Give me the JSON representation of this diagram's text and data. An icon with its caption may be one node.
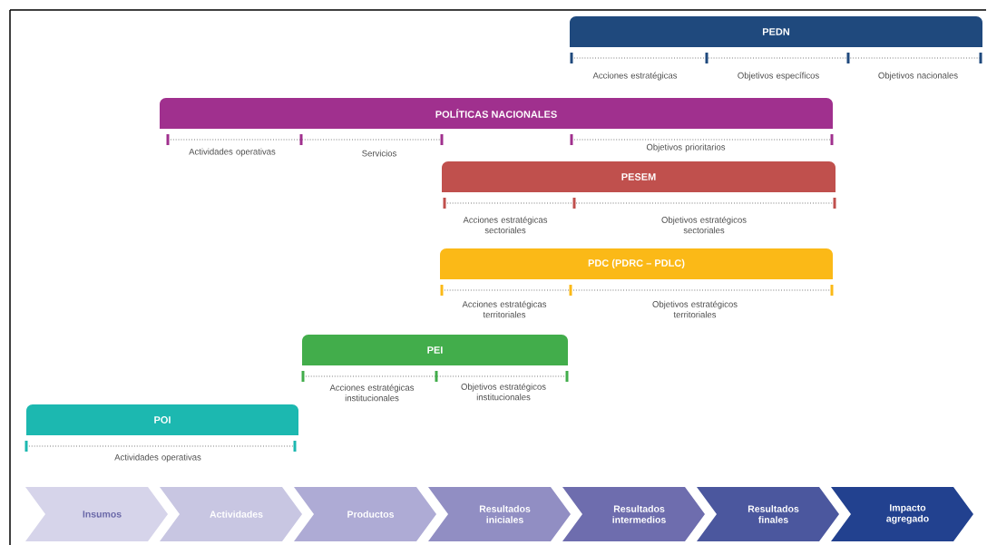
{
  "diagram": {
    "nodes": [
      {
        "text": [
          "PEDN"
        ],
        "beside": [
          "Acciones estratégicas",
          "Objetivos específicos",
          "Objetivos nacionales"
        ]
      },
      {
        "text": [
          "POLÍTICAS NACIONALES"
        ],
        "beside": [
          "Actividades operativas",
          "Servicios",
          "Objetivos prioritarios"
        ]
      },
      {
        "text": [
          "PESEM"
        ],
        "beside": [
          "Acciones estratégicas sectoriales",
          "Objetivos estratégicos sectoriales"
        ]
      },
      {
        "text": [
          "PDC (PDRC – PDLC)"
        ],
        "beside": [
          "Acciones estratégicas territoriales",
          "Objetivos estratégicos territoriales"
        ]
      },
      {
        "text": [
          "PEI"
        ],
        "beside": [
          "Acciones estratégicas institucionales",
          "Objetivos estratégicos institucionales"
        ]
      },
      {
        "text": [
          "POI"
        ],
        "beside": [
          "Actividades operativas"
        ]
      },
      {
        "text": [
          "Insumos"
        ]
      },
      {
        "text": [
          "Actividades"
        ]
      },
      {
        "text": [
          "Productos"
        ]
      },
      {
        "text": [
          "Resultados iniciales"
        ]
      },
      {
        "text": [
          "Resultados intermedios"
        ]
      },
      {
        "text": [
          "Resultados finales"
        ]
      },
      {
        "text": [
          "Impacto agregado"
        ]
      }
    ]
  }
}
